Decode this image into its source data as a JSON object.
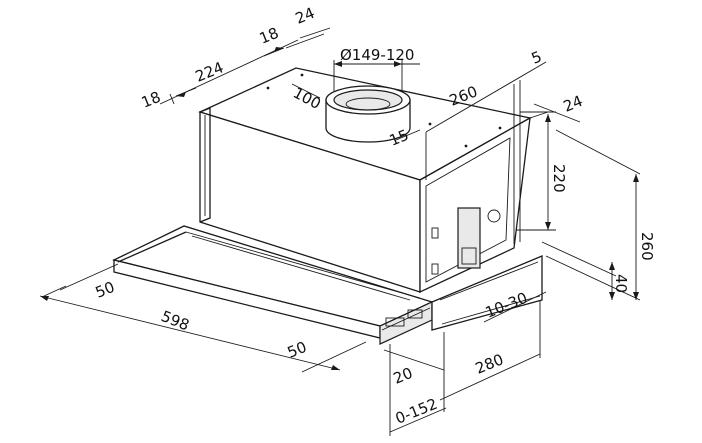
{
  "drawing": {
    "colors": {
      "line": "#1a1a1a",
      "background": "#ffffff"
    },
    "dimensions": {
      "d24_top": "24",
      "d18_top": "18",
      "d224": "224",
      "d18_left": "18",
      "d_diam": "Ø149-120",
      "d100": "100",
      "d5": "5",
      "d260_top": "260",
      "d15": "15",
      "d24_right": "24",
      "d220": "220",
      "d260_right": "260",
      "d40": "40",
      "d10_30": "10-30",
      "d50_left": "50",
      "d598": "598",
      "d50_front": "50",
      "d20": "20",
      "d280": "280",
      "d0_152": "0-152"
    }
  }
}
